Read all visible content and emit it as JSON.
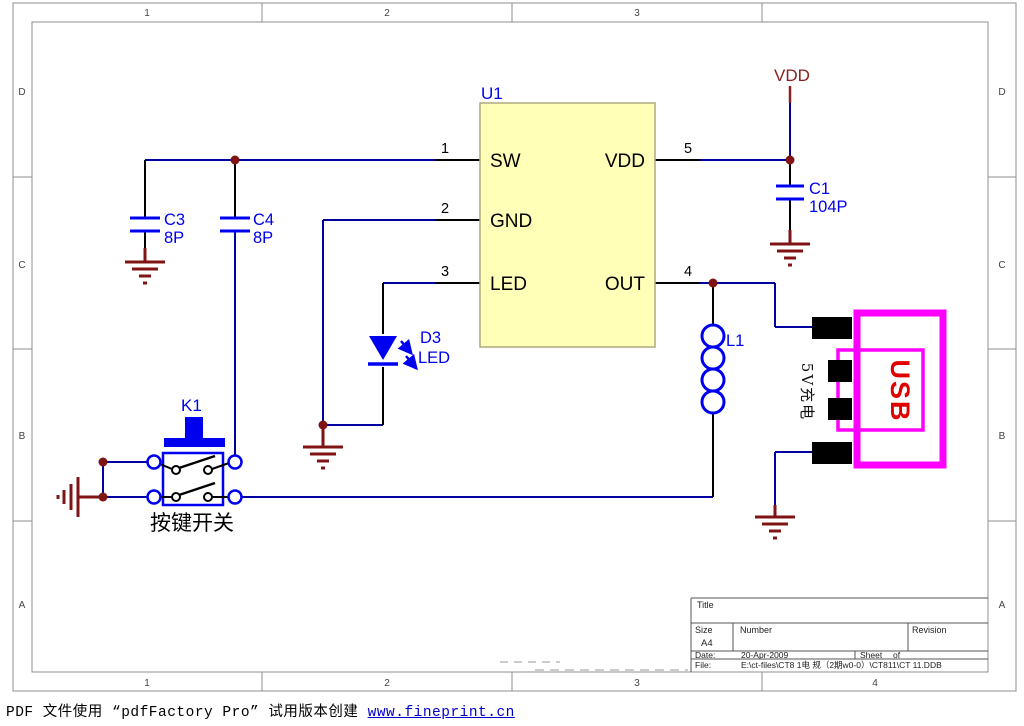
{
  "colors": {
    "wire_navy": "#0000A0",
    "symbol_blue": "#0000F0",
    "junction_maroon": "#801414",
    "power_red": "#8B2020",
    "usb_magenta": "#FF00FF",
    "usb_text_red": "#E00000",
    "ic_fill": "#FFFFB8",
    "ic_border": "#ADA880"
  },
  "grid": {
    "top": [
      "1",
      "2",
      "3",
      ""
    ],
    "bottom": [
      "1",
      "2",
      "3",
      "4"
    ],
    "left": [
      "D",
      "C",
      "B",
      "A"
    ],
    "right": [
      "D",
      "C",
      "B",
      "A"
    ]
  },
  "ic": {
    "ref": "U1",
    "pins": [
      {
        "num": "1",
        "name": "SW"
      },
      {
        "num": "2",
        "name": "GND"
      },
      {
        "num": "3",
        "name": "LED"
      },
      {
        "num": "4",
        "name": "OUT"
      },
      {
        "num": "5",
        "name": "VDD"
      }
    ]
  },
  "components": {
    "c3": {
      "ref": "C3",
      "value": "8P"
    },
    "c4": {
      "ref": "C4",
      "value": "8P"
    },
    "c1": {
      "ref": "C1",
      "value": "104P"
    },
    "d3": {
      "ref": "D3",
      "value": "LED"
    },
    "l1": {
      "ref": "L1"
    },
    "k1": {
      "ref": "K1",
      "caption": "按键开关"
    },
    "usb": {
      "label": "USB",
      "caption": "5V充电"
    }
  },
  "power": {
    "vdd": "VDD"
  },
  "title_block": {
    "title_label": "Title",
    "size_label": "Size",
    "size_value": "A4",
    "number_label": "Number",
    "revision_label": "Revision",
    "date_label": "Date:",
    "date_value": "20-Apr-2009",
    "sheet_label": "Sheet",
    "of_label": "of",
    "file_label": "File:",
    "file_value": "E:\\ct-files\\CT8 1电 规（2期w0-0）\\CT811\\CT 11.DDB"
  },
  "footer": {
    "text": "PDF 文件使用 “pdfFactory Pro” 试用版本创建 ",
    "link": "www.fineprint.cn"
  }
}
